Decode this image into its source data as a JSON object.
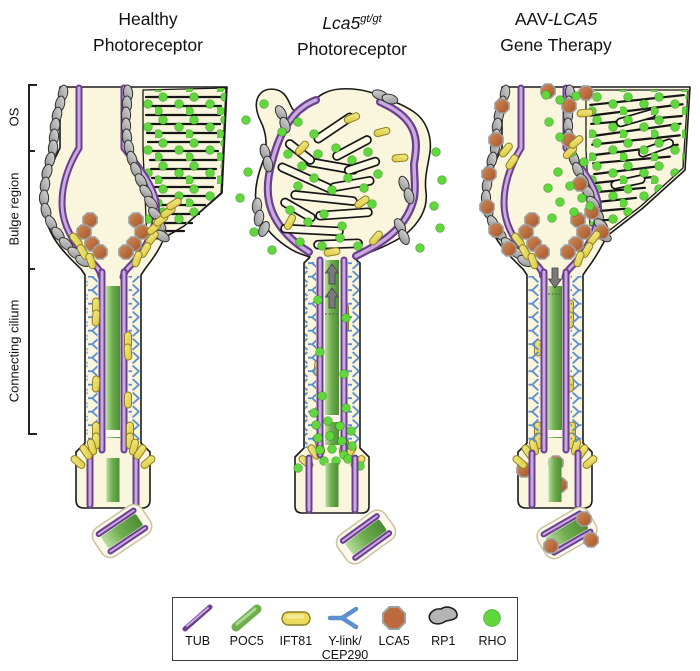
{
  "titles": {
    "healthy": {
      "line1": "Healthy",
      "line2": "Photoreceptor"
    },
    "mutant": {
      "gene": "Lca5",
      "superscript": "gt/gt",
      "line2": "Photoreceptor"
    },
    "therapy": {
      "prefix": "AAV-",
      "gene": "LCA5",
      "line2": "Gene Therapy"
    }
  },
  "region_labels": {
    "os": "OS",
    "bulge": "Bulge region",
    "cilium": "Connecting cilium"
  },
  "legend": {
    "items": [
      {
        "label": "TUB",
        "icon": "tub-rod-icon"
      },
      {
        "label": "POC5",
        "icon": "poc5-rod-icon"
      },
      {
        "label": "IFT81",
        "icon": "ift81-pill-icon"
      },
      {
        "label": "Y-link/\nCEP290",
        "icon": "y-link-icon"
      },
      {
        "label": "LCA5",
        "icon": "lca5-octagon-icon"
      },
      {
        "label": "RP1",
        "icon": "rp1-blob-icon"
      },
      {
        "label": "RHO",
        "icon": "rho-dot-icon"
      }
    ]
  },
  "colors": {
    "tubD": "#6B3E92",
    "tubL": "#C9ACDC",
    "poc5": "#6FAE4F",
    "poc5L": "#AFD794",
    "ift": "#E9DA5C",
    "iftD": "#8F7F22",
    "ylink": "#5E8FD1",
    "lca": "#BC6A3C",
    "lcaB": "#9E9E9E",
    "rp1": "#B4B4B4",
    "rho": "#60D83C",
    "mem": "#1A1A1A",
    "cyto": "#FAF6DE",
    "disc": "#161616",
    "arrow": "#7A7A7A"
  }
}
